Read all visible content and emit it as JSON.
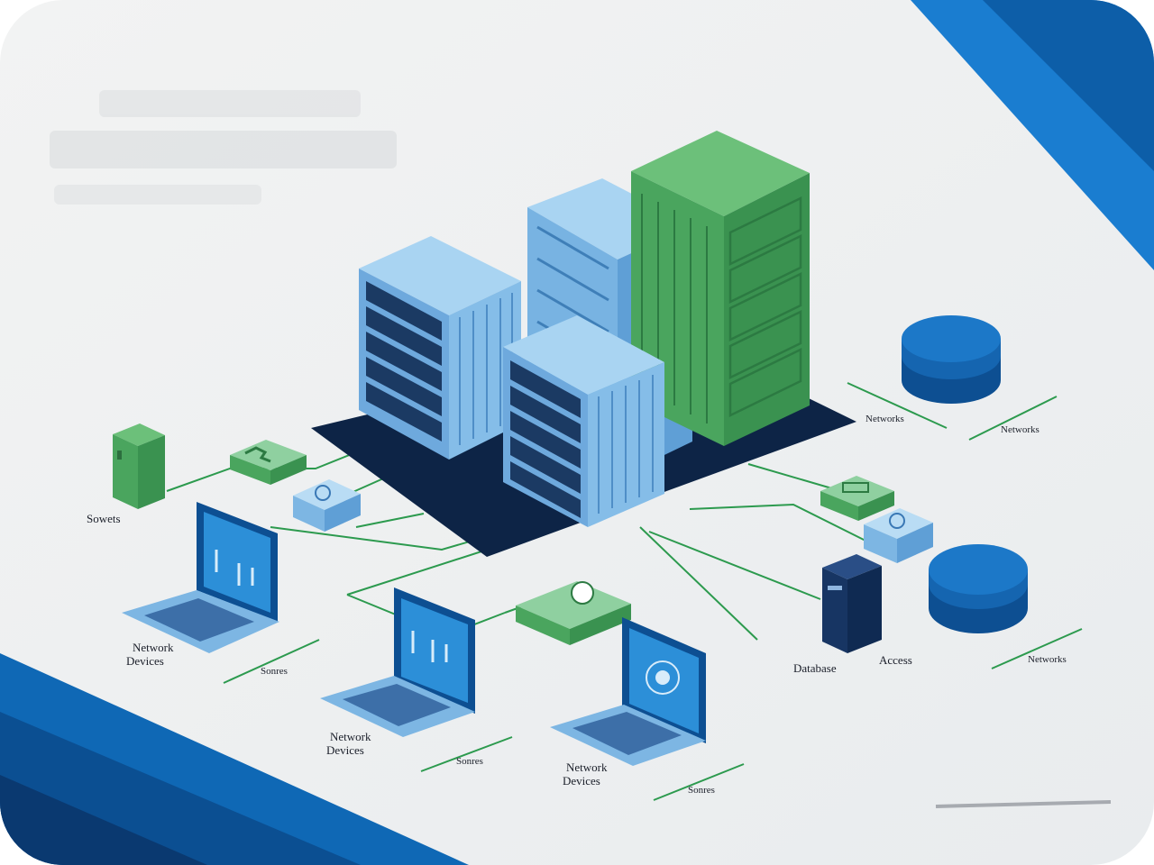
{
  "labels": {
    "servers_left": "Sowets",
    "network_devices_1": [
      "Network",
      "Devices"
    ],
    "servers_1": "Sonres",
    "network_devices_2": [
      "Network",
      "Devices"
    ],
    "servers_2": "Sonres",
    "network_devices_3": [
      "Network",
      "Devices"
    ],
    "servers_3": "Sonres",
    "networks_top_left": "Networks",
    "networks_top_right": "Networks",
    "database": "Database",
    "access": "Access",
    "networks_bottom": "Networks"
  },
  "colors": {
    "background": "#eef0f1",
    "corner_accent": "#0d5ea8",
    "server_blue": "#7db6e3",
    "server_green": "#4aa55e",
    "platform": "#0d2446",
    "connector": "#2c9a4e",
    "database": "#1565b0"
  }
}
